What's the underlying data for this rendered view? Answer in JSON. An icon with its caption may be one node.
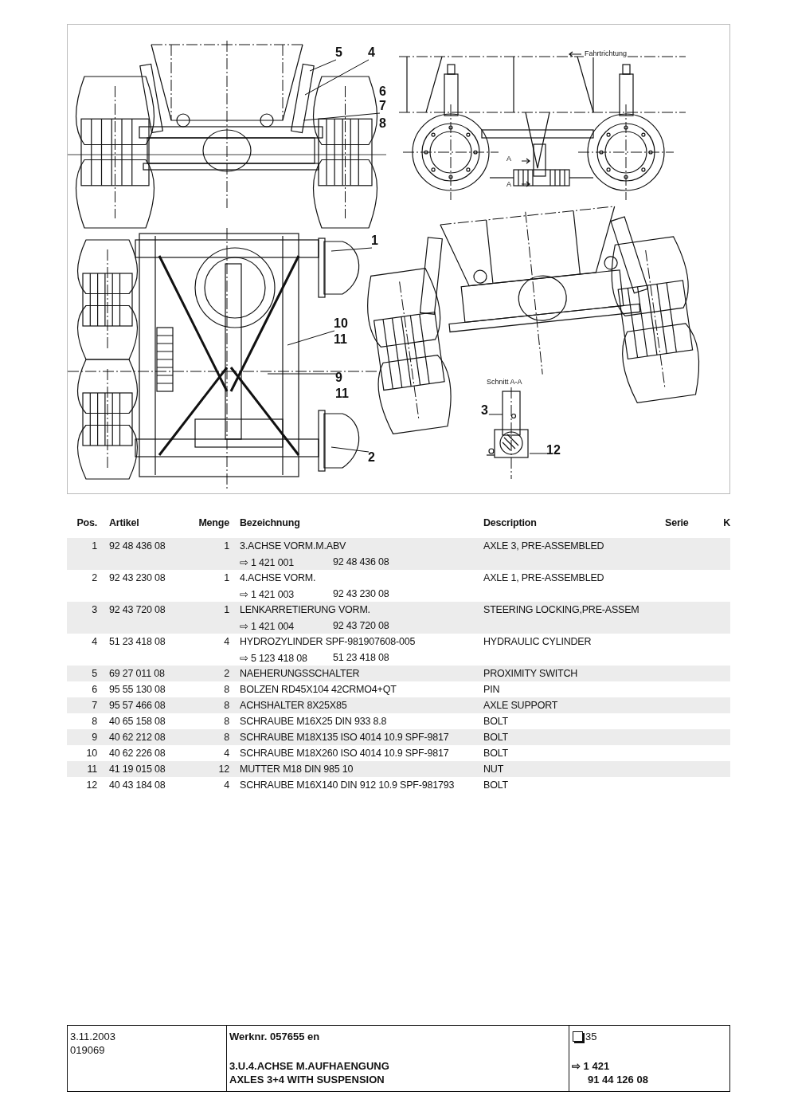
{
  "diagram": {
    "nodes": [
      {
        "text": [
          "5"
        ]
      },
      {
        "text": [
          "4"
        ]
      },
      {
        "text": [
          "6"
        ]
      },
      {
        "text": [
          "7"
        ]
      },
      {
        "text": [
          "8"
        ]
      },
      {
        "text": [
          "1"
        ]
      },
      {
        "text": [
          "10"
        ]
      },
      {
        "text": [
          "11"
        ]
      },
      {
        "text": [
          "9"
        ]
      },
      {
        "text": [
          "11"
        ]
      },
      {
        "text": [
          "3"
        ]
      },
      {
        "text": [
          "2"
        ]
      },
      {
        "text": [
          "12"
        ]
      }
    ],
    "edges": [
      {
        "from": 0,
        "to": null,
        "arrow": "none"
      },
      {
        "from": 1,
        "to": null,
        "arrow": "none"
      },
      {
        "from": 3,
        "to": null,
        "arrow": "none"
      },
      {
        "from": 5,
        "to": null,
        "arrow": "none"
      },
      {
        "from": 6,
        "to": null,
        "arrow": "none"
      },
      {
        "from": 8,
        "to": null,
        "arrow": "none"
      },
      {
        "from": 10,
        "to": null,
        "arrow": "none"
      },
      {
        "from": 11,
        "to": null,
        "arrow": "none"
      },
      {
        "from": 12,
        "to": null,
        "arrow": "none"
      }
    ],
    "labels": [
      "Fahrtrichtung",
      "A",
      "A",
      "Schnitt A-A",
      "Pos.",
      "Artikel",
      "Menge",
      "Bezeichnung",
      "Description",
      "Serie",
      "K",
      "1",
      "92 48 436 08",
      "1",
      "3.ACHSE VORM.M.ABV",
      "AXLE 3, PRE-ASSEMBLED",
      "⇨ 1 421 001",
      "92 48 436 08",
      "2",
      "92 43 230 08",
      "1",
      "4.ACHSE VORM.",
      "AXLE 1, PRE-ASSEMBLED",
      "⇨ 1 421 003",
      "92 43 230 08",
      "3",
      "92 43 720 08",
      "1",
      "LENKARRETIERUNG VORM.",
      "STEERING LOCKING,PRE-ASSEM",
      "⇨ 1 421 004",
      "92 43 720 08",
      "4",
      "51 23 418 08",
      "4",
      "HYDROZYLINDER SPF-981907608-005",
      "HYDRAULIC CYLINDER",
      "⇨ 5 123 418 08",
      "51 23 418 08",
      "5",
      "69 27 011 08",
      "2",
      "NAEHERUNGSSCHALTER",
      "PROXIMITY SWITCH",
      "6",
      "95 55 130 08",
      "8",
      "BOLZEN RD45X104 42CRMO4+QT",
      "PIN",
      "7",
      "95 57 466 08",
      "8",
      "ACHSHALTER 8X25X85",
      "AXLE SUPPORT",
      "8",
      "40 65 158 08",
      "8",
      "SCHRAUBE M16X25 DIN 933 8.8",
      "BOLT",
      "9",
      "40 62 212 08",
      "8",
      "SCHRAUBE M18X135 ISO 4014 10.9 SPF-9817",
      "BOLT",
      "10",
      "40 62 226 08",
      "4",
      "SCHRAUBE M18X260 ISO 4014 10.9 SPF-9817",
      "BOLT",
      "11",
      "41 19 015 08",
      "12",
      "MUTTER M18 DIN 985 10",
      "NUT",
      "12",
      "40 43 184 08",
      "4",
      "SCHRAUBE M16X140 DIN 912 10.9 SPF-981793",
      "BOLT",
      "3.11.2003",
      "019069",
      "Werknr. 057655 en",
      "3.U.4.ACHSE M.AUFHAENGUNG",
      "AXLES 3+4 WITH SUSPENSION",
      "35",
      "⇨ 1 421",
      "91 44 126 08"
    ]
  }
}
